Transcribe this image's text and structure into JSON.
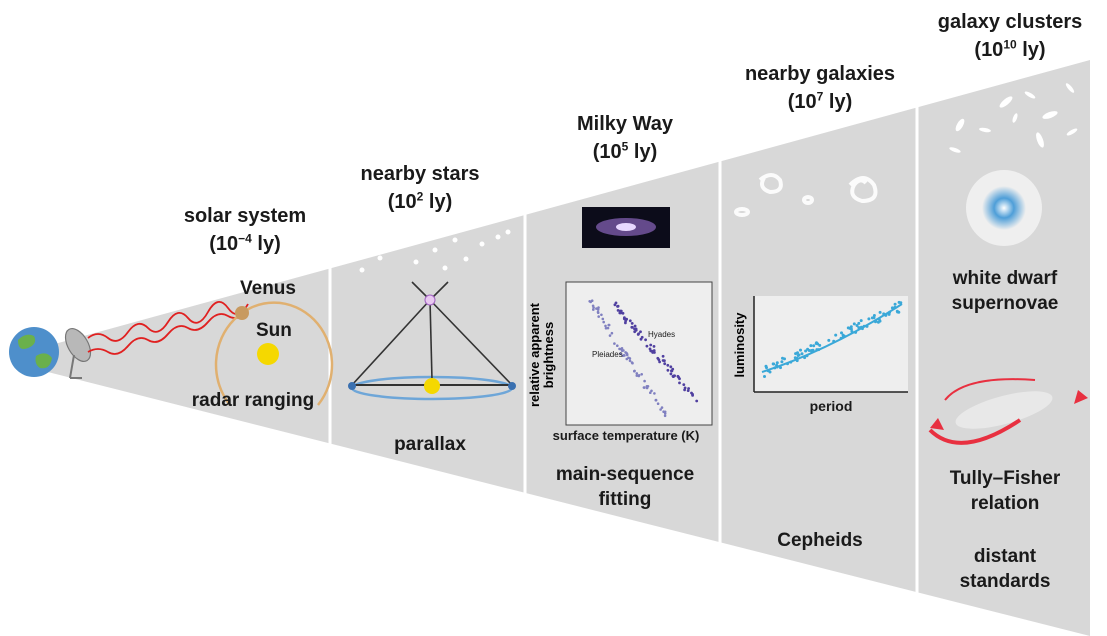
{
  "sections": [
    {
      "name": "solar system",
      "scale_base": "10",
      "scale_exp": "−4",
      "scale_unit": "ly",
      "method": "radar ranging"
    },
    {
      "name": "nearby stars",
      "scale_base": "10",
      "scale_exp": "2",
      "scale_unit": "ly",
      "method": "parallax"
    },
    {
      "name": "Milky Way",
      "scale_base": "10",
      "scale_exp": "5",
      "scale_unit": "ly",
      "method_line1": "main-sequence",
      "method_line2": "fitting"
    },
    {
      "name": "nearby galaxies",
      "scale_base": "10",
      "scale_exp": "7",
      "scale_unit": "ly",
      "method": "Cepheids"
    },
    {
      "name": "galaxy clusters",
      "scale_base": "10",
      "scale_exp": "10",
      "scale_unit": "ly",
      "method_line1": "white dwarf",
      "method_line2": "supernovae",
      "method2_line1": "Tully–Fisher",
      "method2_line2": "relation",
      "method3_line1": "distant",
      "method3_line2": "standards"
    }
  ],
  "solar": {
    "venus_label": "Venus",
    "sun_label": "Sun"
  },
  "hr_plot": {
    "ylabel_line1": "relative apparent",
    "ylabel_line2": "brightness",
    "xlabel": "surface temperature (K)",
    "series_a": "Pleiades",
    "series_b": "Hyades"
  },
  "cepheid_plot": {
    "ylabel": "luminosity",
    "xlabel": "period"
  },
  "colors": {
    "cone": "#d9d9d9",
    "radar": "#e02020",
    "sun": "#f5d800",
    "parallax_ring": "#6ea6d8",
    "cepheid": "#3aa8d8",
    "rotation_arrow": "#e83040"
  }
}
